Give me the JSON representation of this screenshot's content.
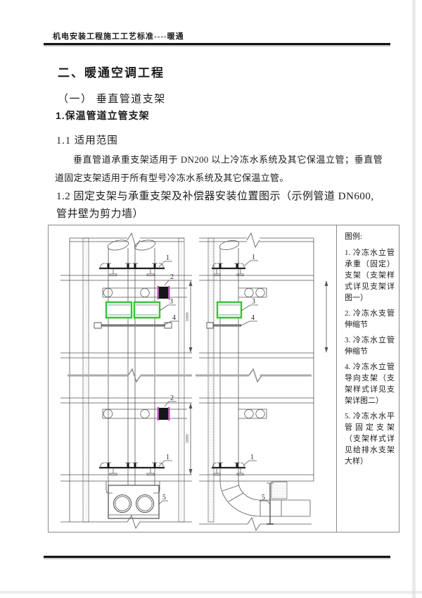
{
  "header": {
    "title": "机电安装工程施工工艺标准----暖通"
  },
  "content": {
    "chapter_title": "二、暖通空调工程",
    "section_title": "（一）  垂直管道支架",
    "subsection_title": "1.保温管道立管支架",
    "clause_1_1_title": "1.1 适用范围",
    "clause_1_1_body": "垂直管道承重支架适用于 DN200 以上冷冻水系统及其它保温立管；垂直管道固定支架适用于所有型号冷冻水系统及其它保温立管。",
    "clause_1_2_title": "1.2 固定支架与承重支架及补偿器安装位置图示（示例管道 DN600, 管井壁为剪力墙）"
  },
  "figure": {
    "legend": {
      "title": "图例:",
      "items": [
        "1. 冷冻水立管承重（固定）支架（支架样式详见支架详图一）",
        "2. 冷冻水支管伸缩节",
        "3. 冷冻水立管伸缩节",
        "4. 冷冻水立管导向支架（支架样式详见支架详图二）",
        "5. 冷冻水水平管固定支架（支架样式详见给排水支架大样）"
      ]
    },
    "labels": {
      "l1": "1",
      "l2": "2",
      "l3": "3",
      "l4": "4",
      "l5": "5"
    },
    "dimensions": {
      "floor_height": "3000"
    }
  }
}
